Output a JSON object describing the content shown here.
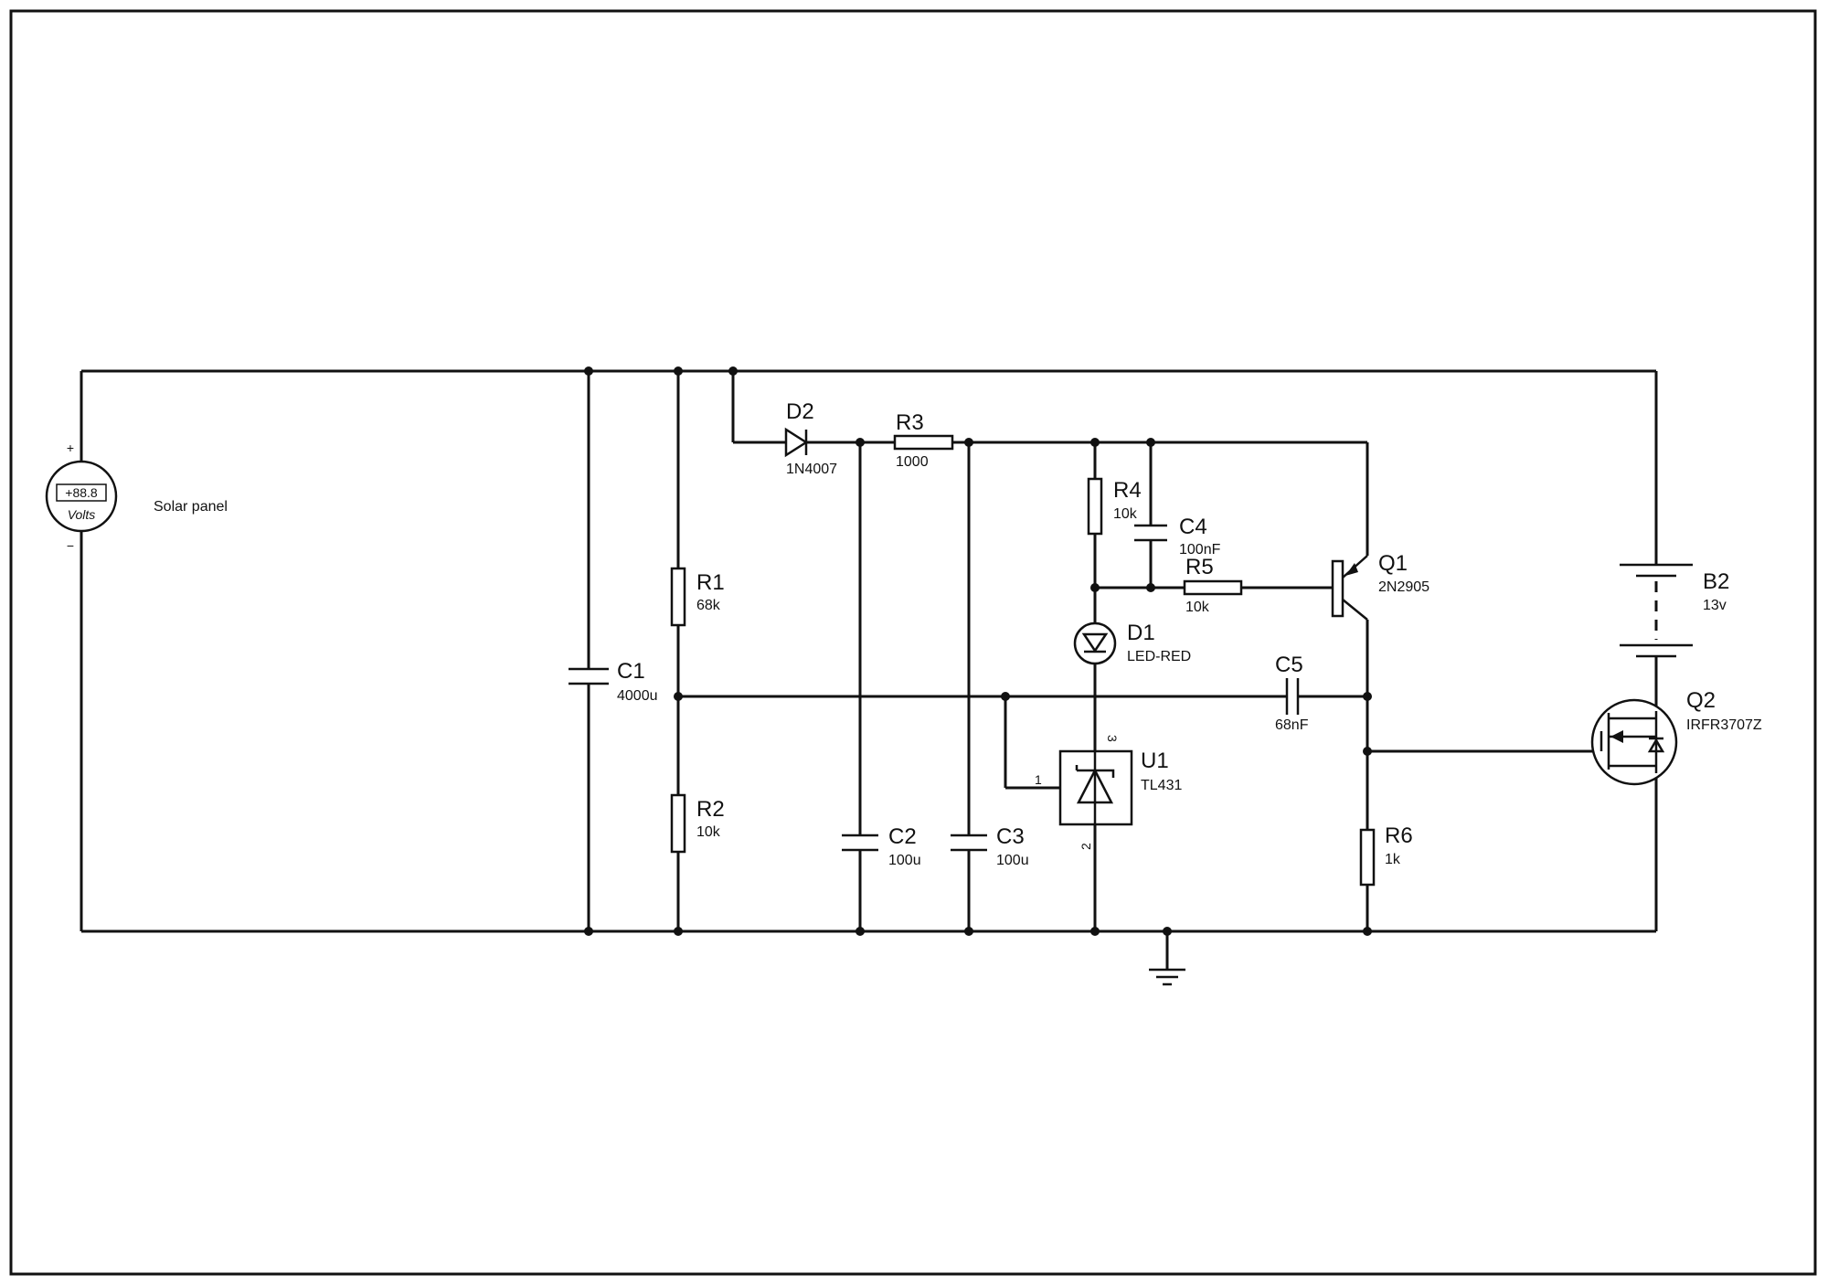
{
  "meter": {
    "display": "+88.8",
    "unit": "Volts",
    "plus": "+",
    "minus": "−"
  },
  "source_label": "Solar panel",
  "components": {
    "C1": {
      "ref": "C1",
      "value": "4000u"
    },
    "R1": {
      "ref": "R1",
      "value": "68k"
    },
    "R2": {
      "ref": "R2",
      "value": "10k"
    },
    "D2": {
      "ref": "D2",
      "value": "1N4007"
    },
    "R3": {
      "ref": "R3",
      "value": "1000"
    },
    "C2": {
      "ref": "C2",
      "value": "100u"
    },
    "C3": {
      "ref": "C3",
      "value": "100u"
    },
    "R4": {
      "ref": "R4",
      "value": "10k"
    },
    "C4": {
      "ref": "C4",
      "value": "100nF"
    },
    "R5": {
      "ref": "R5",
      "value": "10k"
    },
    "D1": {
      "ref": "D1",
      "value": "LED-RED"
    },
    "U1": {
      "ref": "U1",
      "value": "TL431",
      "pins": [
        "1",
        "2",
        "3"
      ]
    },
    "C5": {
      "ref": "C5",
      "value": "68nF"
    },
    "Q1": {
      "ref": "Q1",
      "value": "2N2905"
    },
    "R6": {
      "ref": "R6",
      "value": "1k"
    },
    "B2": {
      "ref": "B2",
      "value": "13v"
    },
    "Q2": {
      "ref": "Q2",
      "value": "IRFR3707Z"
    }
  }
}
